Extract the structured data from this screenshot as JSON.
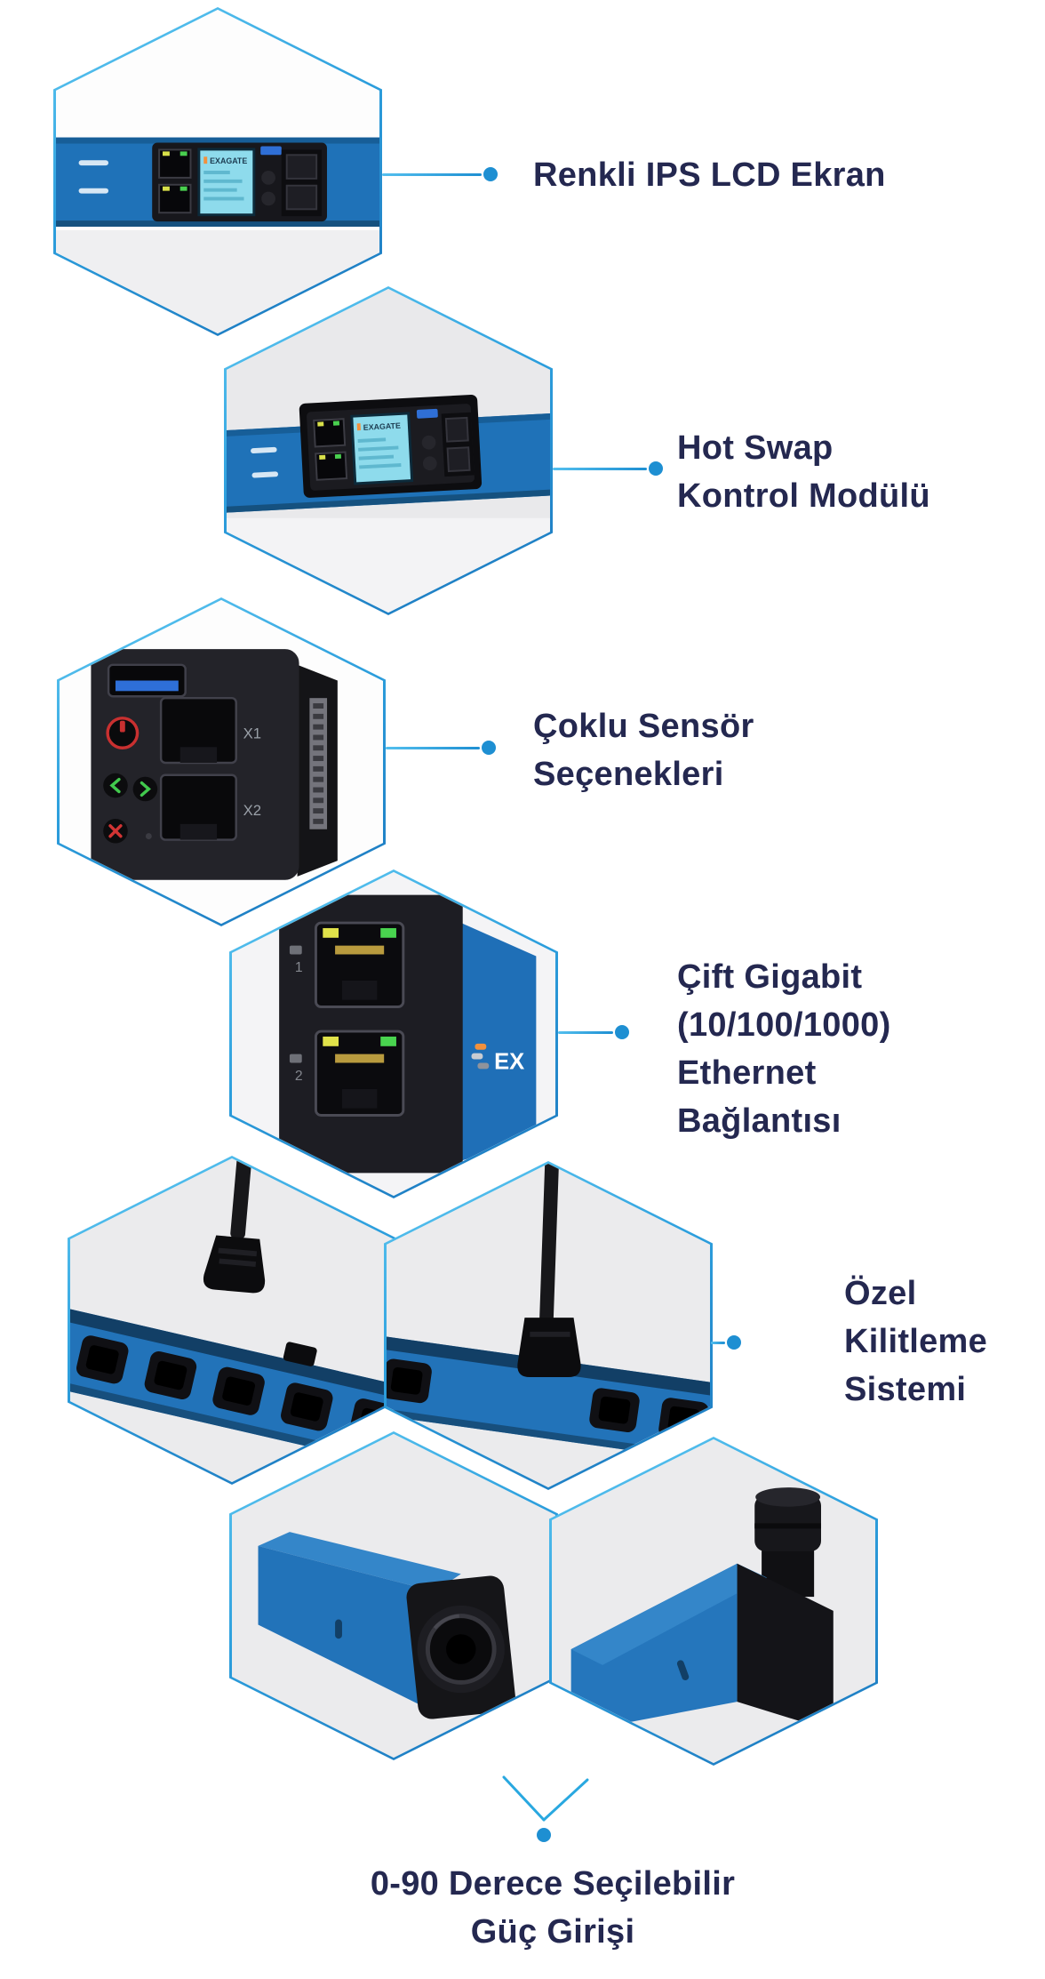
{
  "page": {
    "background": "#ffffff"
  },
  "colors": {
    "accent": "#29a8e0",
    "hex_border_top": "#5fcbf3",
    "hex_border_bottom": "#1b75bc",
    "label_text": "#242850",
    "pdu_blue": "#2273b9",
    "lcd_cyan": "#8edbec"
  },
  "features": [
    {
      "name": "color-ips-lcd-screen",
      "label_lines": [
        "Renkli IPS LCD Ekran"
      ]
    },
    {
      "name": "hot-swap-control-module",
      "label_lines": [
        "Hot Swap",
        "Kontrol Modülü"
      ]
    },
    {
      "name": "multi-sensor-options",
      "label_lines": [
        "Çoklu Sensör",
        "Seçenekleri"
      ]
    },
    {
      "name": "dual-gigabit-ethernet",
      "label_lines": [
        "Çift Gigabit",
        "(10/100/1000)",
        "Ethernet",
        "Bağlantısı"
      ]
    },
    {
      "name": "special-locking-system",
      "label_lines": [
        "Özel",
        "Kilitleme",
        "Sistemi"
      ]
    },
    {
      "name": "rotatable-power-inlet",
      "label_lines": [
        "0-90 Derece Seçilebilir",
        "Güç Girişi"
      ]
    }
  ],
  "photo_labels": {
    "brand_screen_1": "EXAGATE",
    "brand_screen_2": "EXAGATE",
    "sensor_port_x1": "X1",
    "sensor_port_x2": "X2",
    "eth_port_1": "1",
    "eth_port_2": "2",
    "logo_partial": "EX"
  }
}
